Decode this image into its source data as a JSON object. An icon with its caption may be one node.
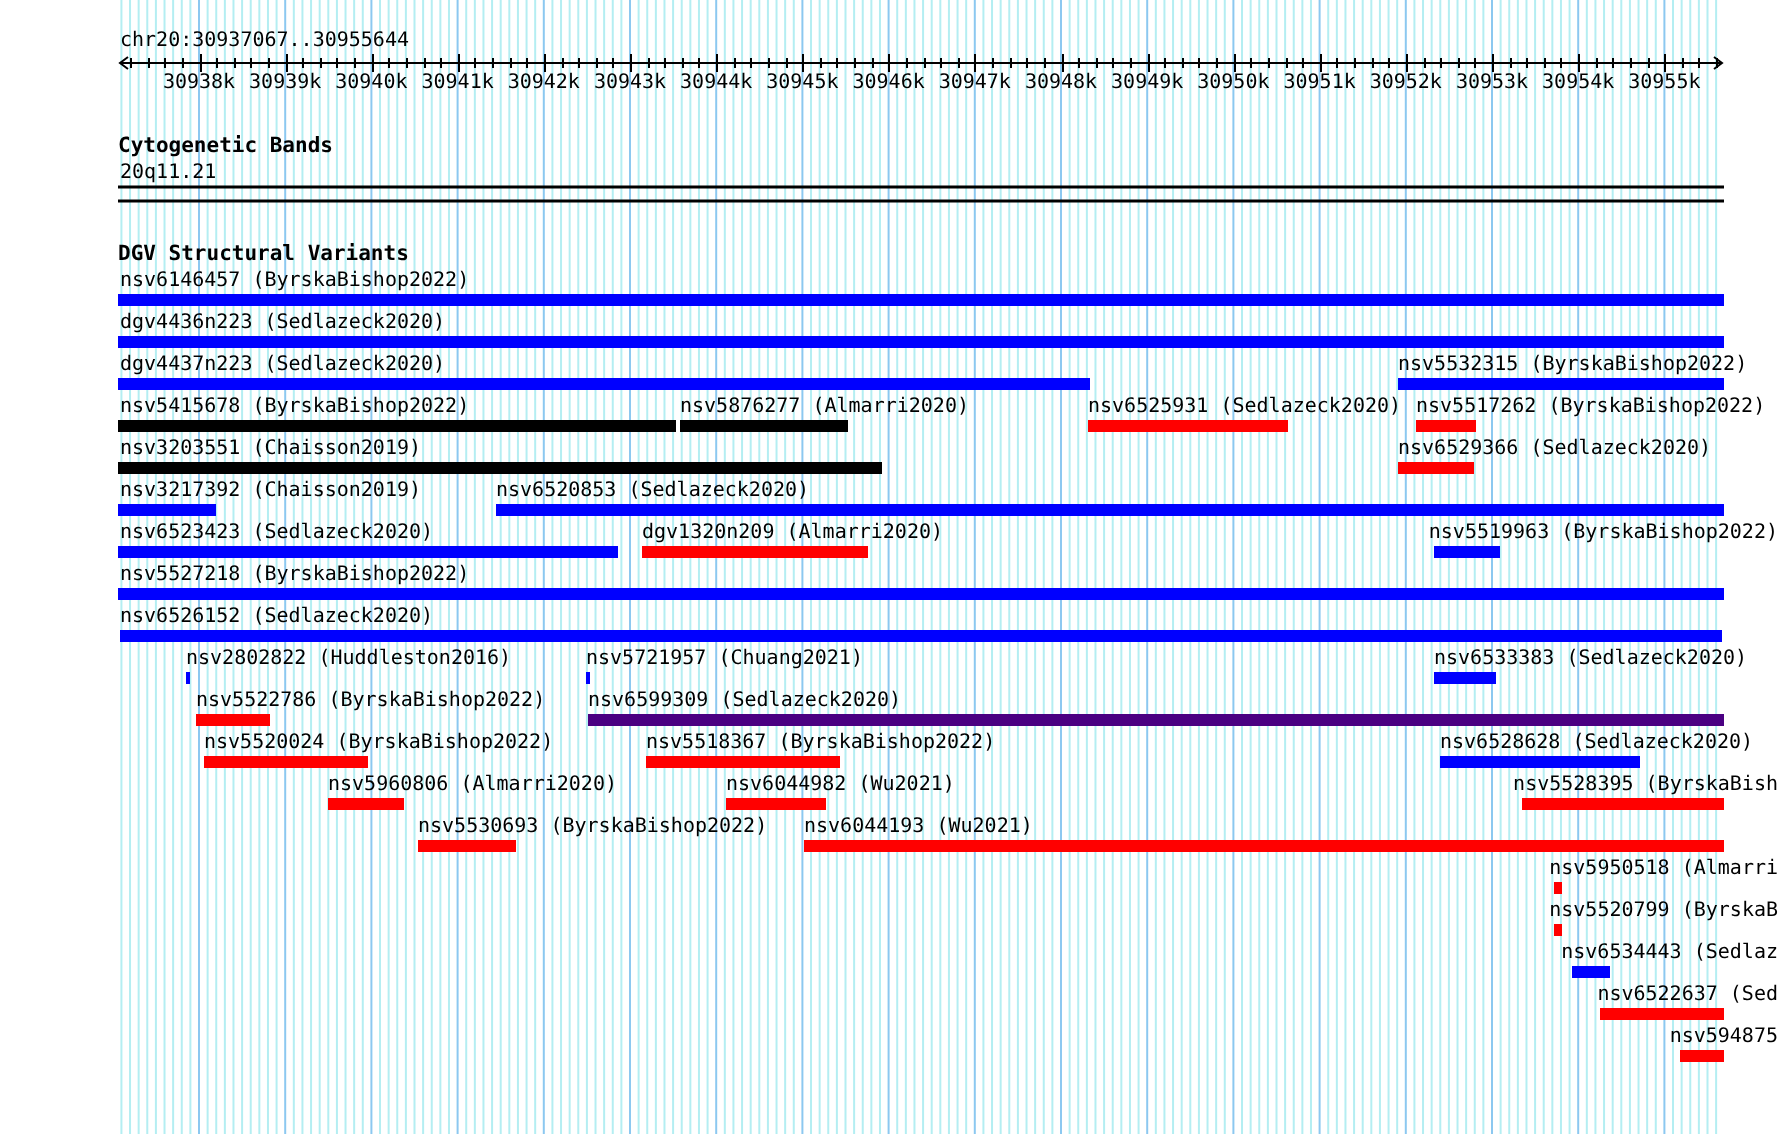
{
  "diagram": {
    "labels": [
      "chr20:30937067..30955644",
      "30938k",
      "30939k",
      "30940k",
      "30941k",
      "30942k",
      "30943k",
      "30944k",
      "30945k",
      "30946k",
      "30947k",
      "30948k",
      "30949k",
      "30950k",
      "30951k",
      "30952k",
      "30953k",
      "30954k",
      "30955k",
      "Cytogenetic Bands",
      "20q11.21",
      "DGV Structural Variants",
      "nsv6146457 (ByrskaBishop2022)",
      "dgv4436n223 (Sedlazeck2020)",
      "dgv4437n223 (Sedlazeck2020)",
      "nsv5532315 (ByrskaBishop2022)",
      "nsv5415678 (ByrskaBishop2022)",
      "nsv5876277 (Almarri2020)",
      "nsv6525931 (Sedlazeck2020)",
      "nsv5517262 (ByrskaBishop2022)",
      "nsv3203551 (Chaisson2019)",
      "nsv6529366 (Sedlazeck2020)",
      "nsv3217392 (Chaisson2019)",
      "nsv6520853 (Sedlazeck2020)",
      "nsv6523423 (Sedlazeck2020)",
      "dgv1320n209 (Almarri2020)",
      "nsv5519963 (ByrskaBishop2022)",
      "nsv5527218 (ByrskaBishop2022)",
      "nsv6526152 (Sedlazeck2020)",
      "nsv2802822 (Huddleston2016)",
      "nsv5721957 (Chuang2021)",
      "nsv6533383 (Sedlazeck2020)",
      "nsv5522786 (ByrskaBishop2022)",
      "nsv6599309 (Sedlazeck2020)",
      "nsv5520024 (ByrskaBishop2022)",
      "nsv5518367 (ByrskaBishop2022)",
      "nsv6528628 (Sedlazeck2020)",
      "nsv5960806 (Almarri2020)",
      "nsv6044982 (Wu2021)",
      "nsv5528395 (ByrskaBish",
      "nsv5530693 (ByrskaBishop2022)",
      "nsv6044193 (Wu2021)",
      "nsv5950518 (Almarri",
      "nsv5520799 (ByrskaB",
      "nsv6534443 (Sedlaz",
      "nsv6522637 (Sed",
      "nsv594875"
    ]
  }
}
